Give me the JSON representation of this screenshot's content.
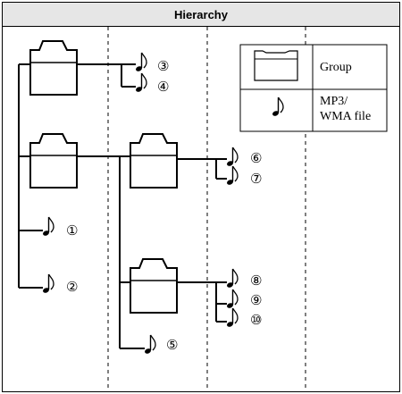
{
  "title": "Hierarchy",
  "legend": {
    "group_label": "Group",
    "file_label_line1": "MP3/",
    "file_label_line2": "WMA file"
  },
  "files": [
    "③",
    "④",
    "⑥",
    "⑦",
    "①",
    "②",
    "⑧",
    "⑨",
    "⑩",
    "⑤"
  ]
}
